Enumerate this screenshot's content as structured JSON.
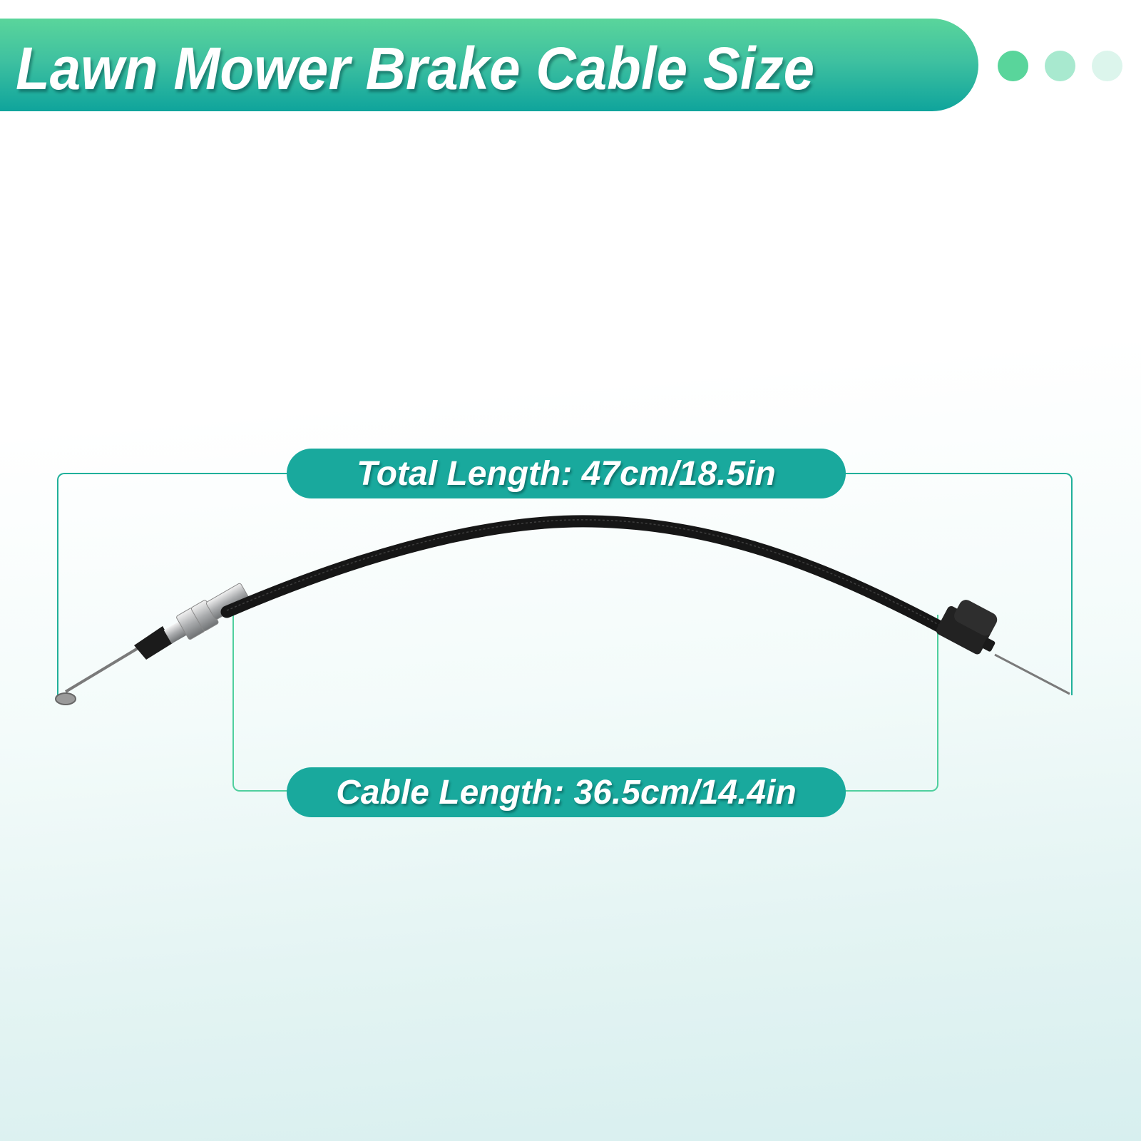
{
  "header": {
    "title": "Lawn Mower Brake Cable Size",
    "indicator_dots": [
      {
        "color": "#59d59b"
      },
      {
        "color": "#a8e9cf"
      },
      {
        "color": "#dcf5ec"
      }
    ]
  },
  "dimensions": {
    "total_length": "Total Length: 47cm/18.5in",
    "cable_length": "Cable Length: 36.5cm/14.4in"
  },
  "product": {
    "name": "brake cable",
    "icon": "cable-image"
  },
  "colors": {
    "accent": "#19a99d",
    "banner_top": "#5ad59b",
    "banner_bottom": "#0fa49c",
    "bracket": "#20b09a"
  }
}
